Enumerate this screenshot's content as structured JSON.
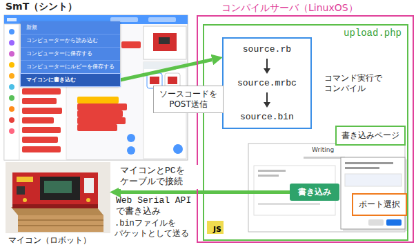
{
  "diagram": {
    "nodes": [
      {
        "text": [
          "SmT（シント）"
        ]
      },
      {
        "text": [
          "新規",
          "コンピューターから読み込む",
          "コンピューターに保存する",
          "コンピューターにルビーを保存する"
        ],
        "in": 0
      },
      {
        "text": [
          "マイコンに書き込む"
        ],
        "in": 1
      },
      {
        "text": [
          "コンパイルサーバ（LinuxOS）"
        ]
      },
      {
        "text": [
          "upload.php"
        ],
        "in": 3
      },
      {
        "text": [
          "source.rb",
          "source.mrbc",
          "source.bin"
        ],
        "in": 4
      },
      {
        "text": [
          "書き込みページ"
        ],
        "in": 4
      },
      {
        "text": [
          "書き込み"
        ],
        "in": 4
      },
      {
        "text": [
          "ポート選択"
        ],
        "in": 4
      },
      {
        "text": [
          "マイコン（ロボット）"
        ]
      }
    ],
    "edges": [
      {
        "from": 2,
        "to": 5,
        "arrow": "to",
        "label": "ソースコードを POST送信"
      },
      {
        "from": 7,
        "to": 9,
        "arrow": "to",
        "label": "マイコンとPCを ケーブルで接続"
      }
    ],
    "labels": [
      "コマンド実行で コンパイル",
      "Writing",
      "Web Serial API で書き込み",
      ".binファイルを パケットとして送る",
      "JS"
    ]
  }
}
